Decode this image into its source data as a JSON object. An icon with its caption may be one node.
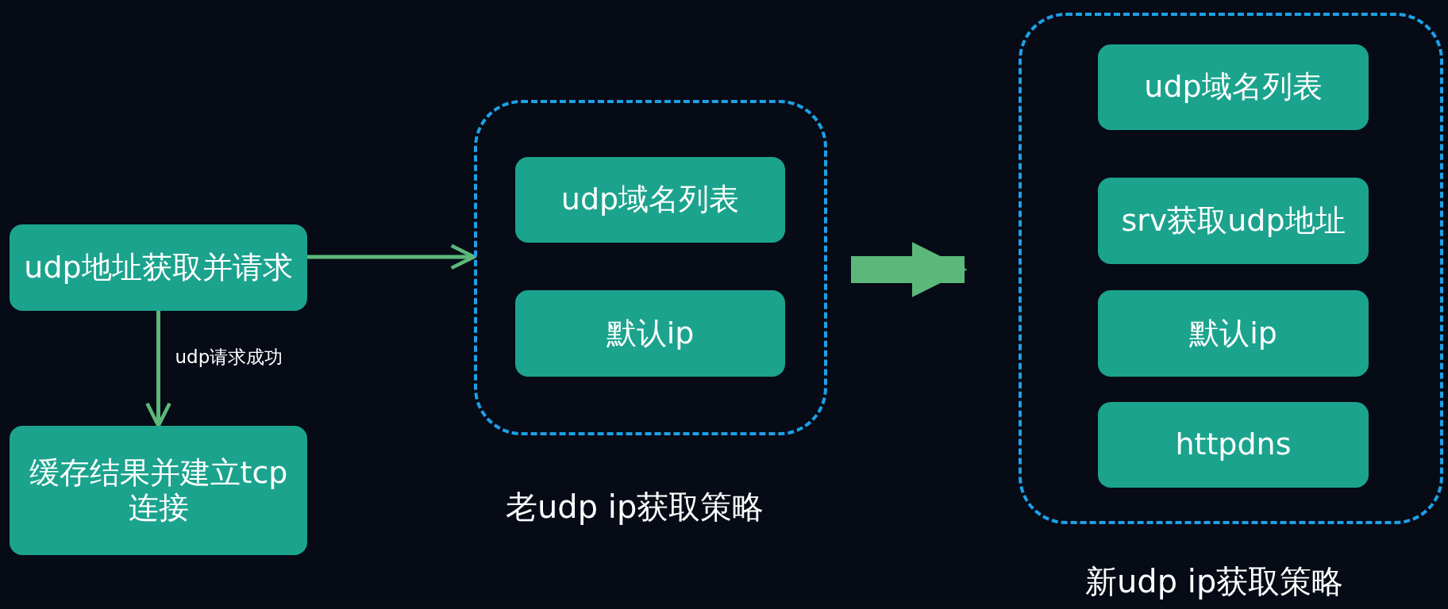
{
  "diagram": {
    "nodes": [
      {
        "text": [
          "udp地址获取并请求"
        ]
      },
      {
        "text": [
          "缓存结果并建立tcp连接"
        ]
      },
      {
        "text": [],
        "shape": "box",
        "beside": [
          "老udp ip获取策略"
        ]
      },
      {
        "text": [
          "udp域名列表"
        ],
        "in": 2
      },
      {
        "text": [
          "默认ip"
        ],
        "in": 2
      },
      {
        "text": [],
        "shape": "box",
        "beside": [
          "新udp ip获取策略"
        ]
      },
      {
        "text": [
          "udp域名列表"
        ],
        "in": 5
      },
      {
        "text": [
          "srv获取udp地址"
        ],
        "in": 5
      },
      {
        "text": [
          "默认ip"
        ],
        "in": 5
      },
      {
        "text": [
          "httpdns"
        ],
        "in": 5
      }
    ],
    "edges": [
      {
        "from": 0,
        "to": 2,
        "arrow": "to"
      },
      {
        "from": 0,
        "to": 1,
        "arrow": "to",
        "label": "udp请求成功"
      },
      {
        "from": 2,
        "to": 5,
        "arrow": "to",
        "style": "thick"
      }
    ]
  }
}
